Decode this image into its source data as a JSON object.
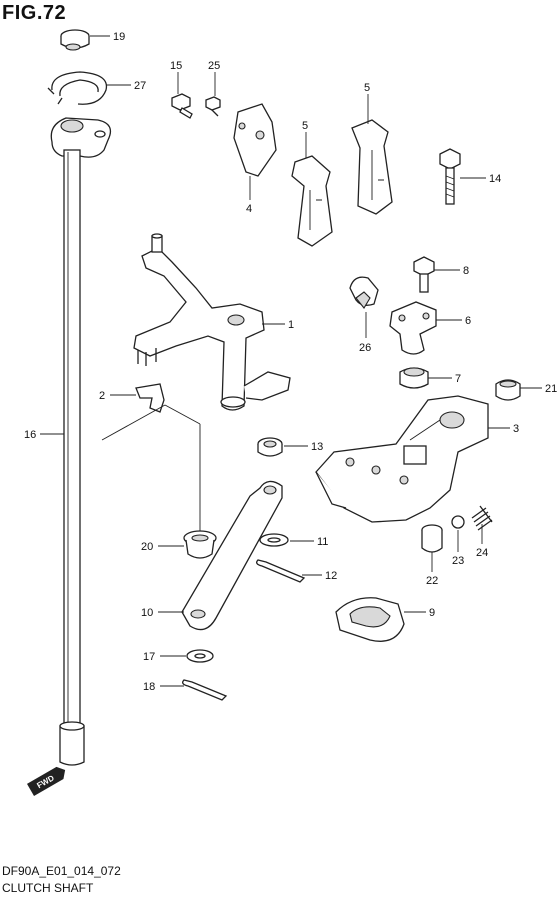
{
  "figure": {
    "title": "FIG.72",
    "code": "DF90A_E01_014_072",
    "caption": "CLUTCH SHAFT",
    "fwd_badge": "FWD"
  },
  "callouts": [
    {
      "id": "callout-19",
      "label": "19"
    },
    {
      "id": "callout-27",
      "label": "27"
    },
    {
      "id": "callout-15",
      "label": "15"
    },
    {
      "id": "callout-25",
      "label": "25"
    },
    {
      "id": "callout-5a",
      "label": "5"
    },
    {
      "id": "callout-5b",
      "label": "5"
    },
    {
      "id": "callout-4",
      "label": "4"
    },
    {
      "id": "callout-14",
      "label": "14"
    },
    {
      "id": "callout-8",
      "label": "8"
    },
    {
      "id": "callout-1",
      "label": "1"
    },
    {
      "id": "callout-6",
      "label": "6"
    },
    {
      "id": "callout-26",
      "label": "26"
    },
    {
      "id": "callout-7",
      "label": "7"
    },
    {
      "id": "callout-21",
      "label": "21"
    },
    {
      "id": "callout-2",
      "label": "2"
    },
    {
      "id": "callout-16",
      "label": "16"
    },
    {
      "id": "callout-3",
      "label": "3"
    },
    {
      "id": "callout-13",
      "label": "13"
    },
    {
      "id": "callout-20",
      "label": "20"
    },
    {
      "id": "callout-11",
      "label": "11"
    },
    {
      "id": "callout-12",
      "label": "12"
    },
    {
      "id": "callout-10",
      "label": "10"
    },
    {
      "id": "callout-9",
      "label": "9"
    },
    {
      "id": "callout-17",
      "label": "17"
    },
    {
      "id": "callout-18",
      "label": "18"
    },
    {
      "id": "callout-22",
      "label": "22"
    },
    {
      "id": "callout-23",
      "label": "23"
    },
    {
      "id": "callout-24",
      "label": "24"
    }
  ]
}
